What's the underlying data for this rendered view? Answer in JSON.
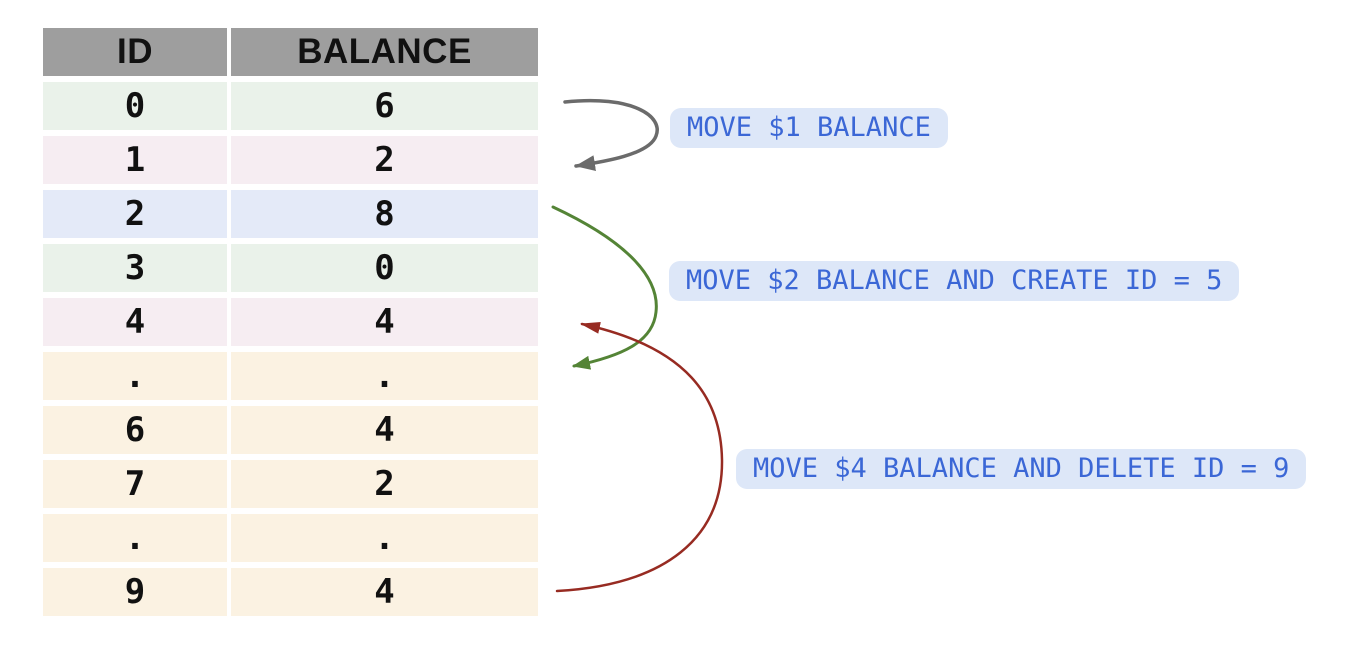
{
  "colors": {
    "header_bg": "#9e9e9e",
    "header_text": "#111111",
    "cell_text": "#111111",
    "row_green": "#eaf2ea",
    "row_pink": "#f6edf2",
    "row_blue": "#e4eaf8",
    "row_cream": "#fbf2e2",
    "pill_bg": "#dde7f8",
    "pill_text": "#3b67d6"
  },
  "table": {
    "columns": [
      {
        "key": "id",
        "label": "ID"
      },
      {
        "key": "balance",
        "label": "BALANCE"
      }
    ],
    "rows": [
      {
        "id": "0",
        "balance": "6",
        "tint": "green"
      },
      {
        "id": "1",
        "balance": "2",
        "tint": "pink"
      },
      {
        "id": "2",
        "balance": "8",
        "tint": "blue"
      },
      {
        "id": "3",
        "balance": "0",
        "tint": "green"
      },
      {
        "id": "4",
        "balance": "4",
        "tint": "pink"
      },
      {
        "id": ".",
        "balance": ".",
        "tint": "cream"
      },
      {
        "id": "6",
        "balance": "4",
        "tint": "cream"
      },
      {
        "id": "7",
        "balance": "2",
        "tint": "cream"
      },
      {
        "id": ".",
        "balance": ".",
        "tint": "cream"
      },
      {
        "id": "9",
        "balance": "4",
        "tint": "cream"
      }
    ]
  },
  "annotations": [
    {
      "label": "MOVE $1 BALANCE",
      "arrow_color": "#6b6b6b",
      "arrow": "gray-arrow-row0-to-row1"
    },
    {
      "label": "MOVE $2 BALANCE AND CREATE ID = 5",
      "arrow_color": "#548436",
      "arrow": "green-arrow-row2-to-row5"
    },
    {
      "label": "MOVE $4 BALANCE AND DELETE ID = 9",
      "arrow_color": "#972b22",
      "arrow": "red-arrow-row9-to-row4"
    }
  ]
}
